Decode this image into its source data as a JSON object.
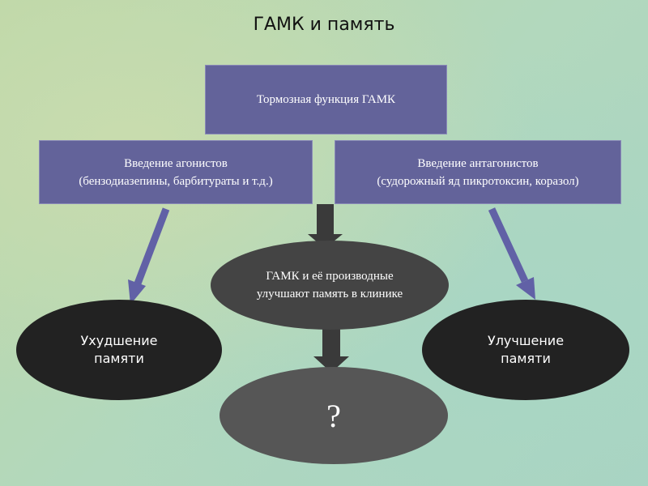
{
  "title": "ГАМК и память",
  "top_box": "Тормозная функция ГАМК",
  "left_box": {
    "line1": "Введение агонистов",
    "line2": "(бензодиазепины, барбитураты и т.д.)"
  },
  "right_box": {
    "line1": "Введение антагонистов",
    "line2": "(судорожный яд пикротоксин, коразол)"
  },
  "center_oval": {
    "line1": "ГАМК и её производные",
    "line2": "улучшают память в клинике"
  },
  "left_oval": {
    "line1": "Ухудшение",
    "line2": "памяти"
  },
  "right_oval": {
    "line1": "Улучшение",
    "line2": "памяти"
  },
  "bottom_oval": "?",
  "colors": {
    "box": "#63639a",
    "arrow_blue": "#6161a6",
    "arrow_dark": "#3a3a3a"
  }
}
